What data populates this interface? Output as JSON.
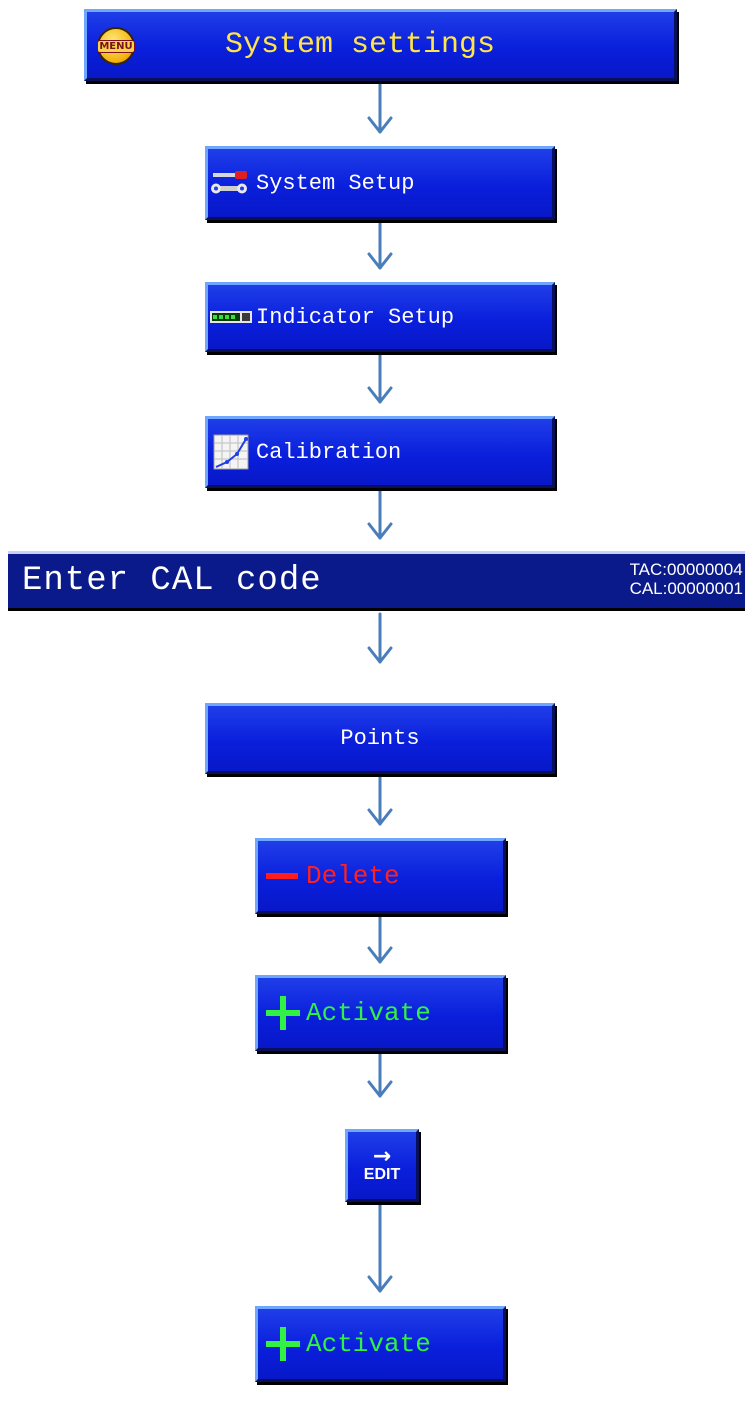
{
  "steps": {
    "system_settings": "System settings",
    "menu_icon_text": "MENU",
    "system_setup": "System Setup",
    "indicator_setup": "Indicator Setup",
    "calibration": "Calibration",
    "points": "Points",
    "delete": "Delete",
    "activate_1": "Activate",
    "edit_arrow": "→",
    "edit_label": "EDIT",
    "activate_2": "Activate"
  },
  "cal_code_bar": {
    "title": "Enter CAL code",
    "tac": "TAC:00000004",
    "cal": "CAL:00000001"
  },
  "icons": {
    "menu": "menu-coin-icon",
    "system_setup": "wrench-screwdriver-icon",
    "indicator_setup": "indicator-display-icon",
    "calibration": "calibration-graph-icon",
    "delete": "minus-icon",
    "activate": "plus-icon",
    "edit": "arrow-right-icon"
  },
  "colors": {
    "button_blue": "#0a1fdc",
    "title_yellow": "#ffe54a",
    "delete_red": "#ff2020",
    "activate_green": "#33f044",
    "arrow_blue": "#4a7ebb",
    "cal_bar_navy": "#0b1a8a"
  }
}
